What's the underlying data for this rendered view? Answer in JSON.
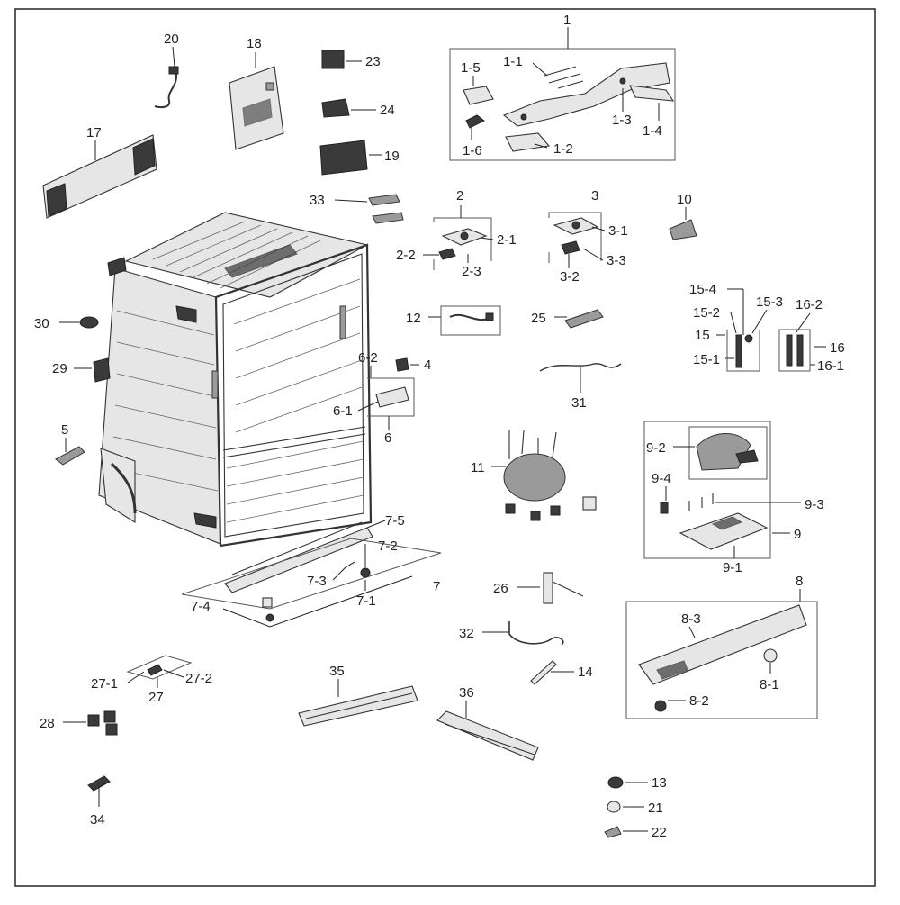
{
  "labels": {
    "l1": "1",
    "l1_1": "1-1",
    "l1_2": "1-2",
    "l1_3": "1-3",
    "l1_4": "1-4",
    "l1_5": "1-5",
    "l1_6": "1-6",
    "l2": "2",
    "l2_1": "2-1",
    "l2_2": "2-2",
    "l2_3": "2-3",
    "l3": "3",
    "l3_1": "3-1",
    "l3_2": "3-2",
    "l3_3": "3-3",
    "l4": "4",
    "l5": "5",
    "l6": "6",
    "l6_1": "6-1",
    "l6_2": "6-2",
    "l7": "7",
    "l7_1": "7-1",
    "l7_2": "7-2",
    "l7_3": "7-3",
    "l7_4": "7-4",
    "l7_5": "7-5",
    "l8": "8",
    "l8_1": "8-1",
    "l8_2": "8-2",
    "l8_3": "8-3",
    "l9": "9",
    "l9_1": "9-1",
    "l9_2": "9-2",
    "l9_3": "9-3",
    "l9_4": "9-4",
    "l10": "10",
    "l11": "11",
    "l12": "12",
    "l13": "13",
    "l14": "14",
    "l15": "15",
    "l15_1": "15-1",
    "l15_2": "15-2",
    "l15_3": "15-3",
    "l15_4": "15-4",
    "l16": "16",
    "l16_1": "16-1",
    "l16_2": "16-2",
    "l17": "17",
    "l18": "18",
    "l19": "19",
    "l20": "20",
    "l21": "21",
    "l22": "22",
    "l23": "23",
    "l24": "24",
    "l25": "25",
    "l26": "26",
    "l27": "27",
    "l27_1": "27-1",
    "l27_2": "27-2",
    "l28": "28",
    "l29": "29",
    "l30": "30",
    "l31": "31",
    "l32": "32",
    "l33": "33",
    "l34": "34",
    "l35": "35",
    "l36": "36"
  }
}
